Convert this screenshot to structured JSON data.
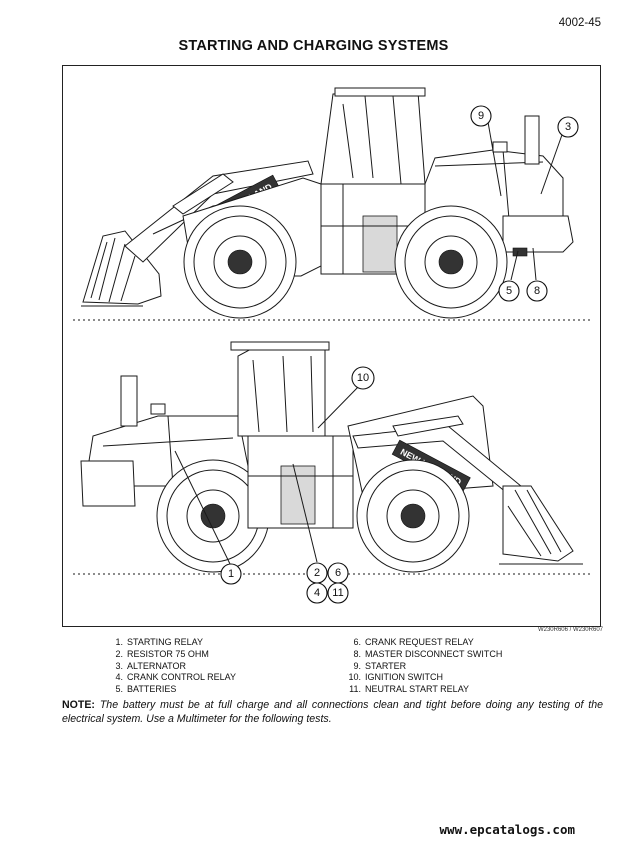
{
  "header": {
    "page_number": "4002-45",
    "title": "STARTING AND CHARGING SYSTEMS"
  },
  "figure": {
    "reference": "W230R606 / W230R607",
    "brand_decal": "NEW HOLLAND",
    "callouts": {
      "c1": "1",
      "c2": "2",
      "c3": "3",
      "c4": "4",
      "c5": "5",
      "c6": "6",
      "c8": "8",
      "c9": "9",
      "c10": "10",
      "c11": "11"
    }
  },
  "legend": {
    "left": [
      {
        "num": "1.",
        "label": "STARTING RELAY"
      },
      {
        "num": "2.",
        "label": "RESISTOR 75 OHM"
      },
      {
        "num": "3.",
        "label": "ALTERNATOR"
      },
      {
        "num": "4.",
        "label": "CRANK CONTROL RELAY"
      },
      {
        "num": "5.",
        "label": "BATTERIES"
      }
    ],
    "right": [
      {
        "num": "6.",
        "label": "CRANK REQUEST RELAY"
      },
      {
        "num": "8.",
        "label": "MASTER DISCONNECT SWITCH"
      },
      {
        "num": "9.",
        "label": "STARTER"
      },
      {
        "num": "10.",
        "label": "IGNITION SWITCH"
      },
      {
        "num": "11.",
        "label": "NEUTRAL START RELAY"
      }
    ]
  },
  "note": {
    "label": "NOTE:",
    "text": "The battery must be at full charge and all connections clean and tight before doing any testing of the electrical system. Use a Multimeter for the following tests."
  },
  "footer": {
    "url": "www.epcatalogs.com"
  }
}
